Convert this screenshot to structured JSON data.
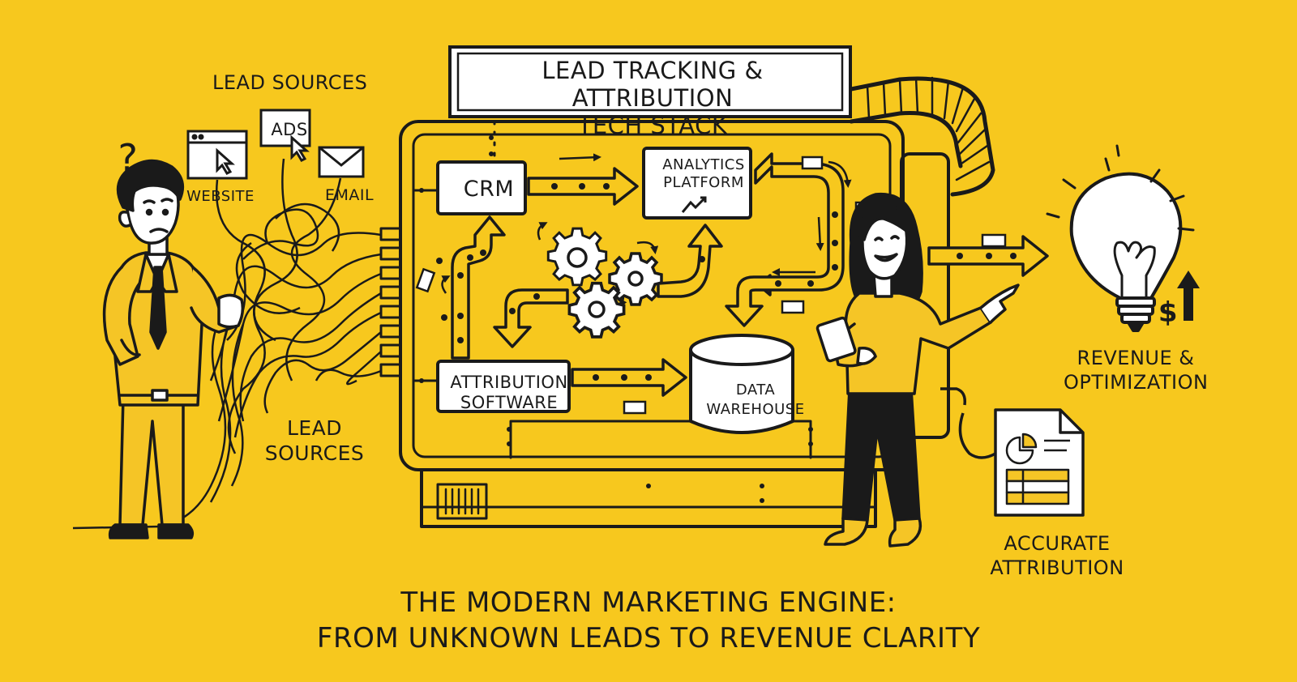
{
  "title": {
    "line1": "LEAD TRACKING & ATTRIBUTION",
    "line2": "TECH STACK"
  },
  "lead_sources": {
    "heading_top": "LEAD SOURCES",
    "heading_bottom_line1": "LEAD",
    "heading_bottom_line2": "SOURCES",
    "website": "WEBSITE",
    "ads": "ADS",
    "email": "EMAIL"
  },
  "engine": {
    "crm": "CRM",
    "analytics_line1": "ANALYTICS",
    "analytics_line2": "PLATFORM",
    "attribution_line1": "ATTRIBUTION",
    "attribution_line2": "SOFTWARE",
    "warehouse_line1": "DATA",
    "warehouse_line2": "WAREHOUSE"
  },
  "outcomes": {
    "revenue_line1": "REVENUE &",
    "revenue_line2": "OPTIMIZATION",
    "dollar": "$",
    "accurate_line1": "ACCURATE",
    "accurate_line2": "ATTRIBUTION"
  },
  "confused_person": {
    "question_mark": "?"
  },
  "caption": {
    "line1": "THE MODERN MARKETING ENGINE:",
    "line2": "FROM UNKNOWN LEADS TO REVENUE CLARITY"
  },
  "colors": {
    "background": "#f7c81e",
    "ink": "#1a1a1a",
    "paper": "#ffffff",
    "suit": "#f5c526"
  }
}
